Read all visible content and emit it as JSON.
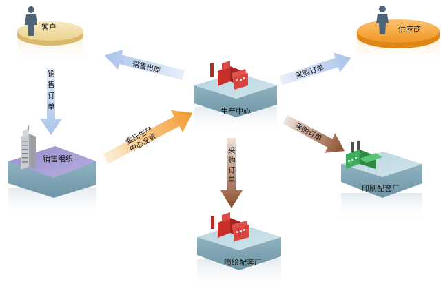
{
  "nodes": {
    "customer": "客户",
    "supplier": "供应商",
    "production": "生产中心",
    "sales": "销售组织",
    "printing": "印刷配套厂",
    "spraying": "喷绘配套厂"
  },
  "arrows": {
    "sales_order": [
      "销",
      "售",
      "订",
      "单"
    ],
    "sales_out": "销售出库",
    "purchase_supplier": "采购订单",
    "purchase_printing": "采购订单",
    "purchase_spraying": [
      "采",
      "购",
      "订",
      "单"
    ],
    "commission": [
      "委托生产",
      "中心发货"
    ]
  },
  "colors": {
    "platform_top": "#c3dce4",
    "sales_platform": "#a59bd2",
    "customer_disc": "#f3dfa7",
    "supplier_disc": "#f7a534",
    "brown_arrow": "#8a4b2a",
    "orange_arrow": "#f2a23b",
    "blue_arrow": "#bcd2ee"
  }
}
